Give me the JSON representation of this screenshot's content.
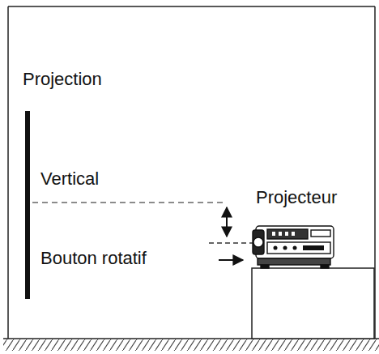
{
  "diagram": {
    "labels": [
      "Projection",
      "Vertical",
      "Projecteur",
      "Bouton rotatif"
    ]
  }
}
